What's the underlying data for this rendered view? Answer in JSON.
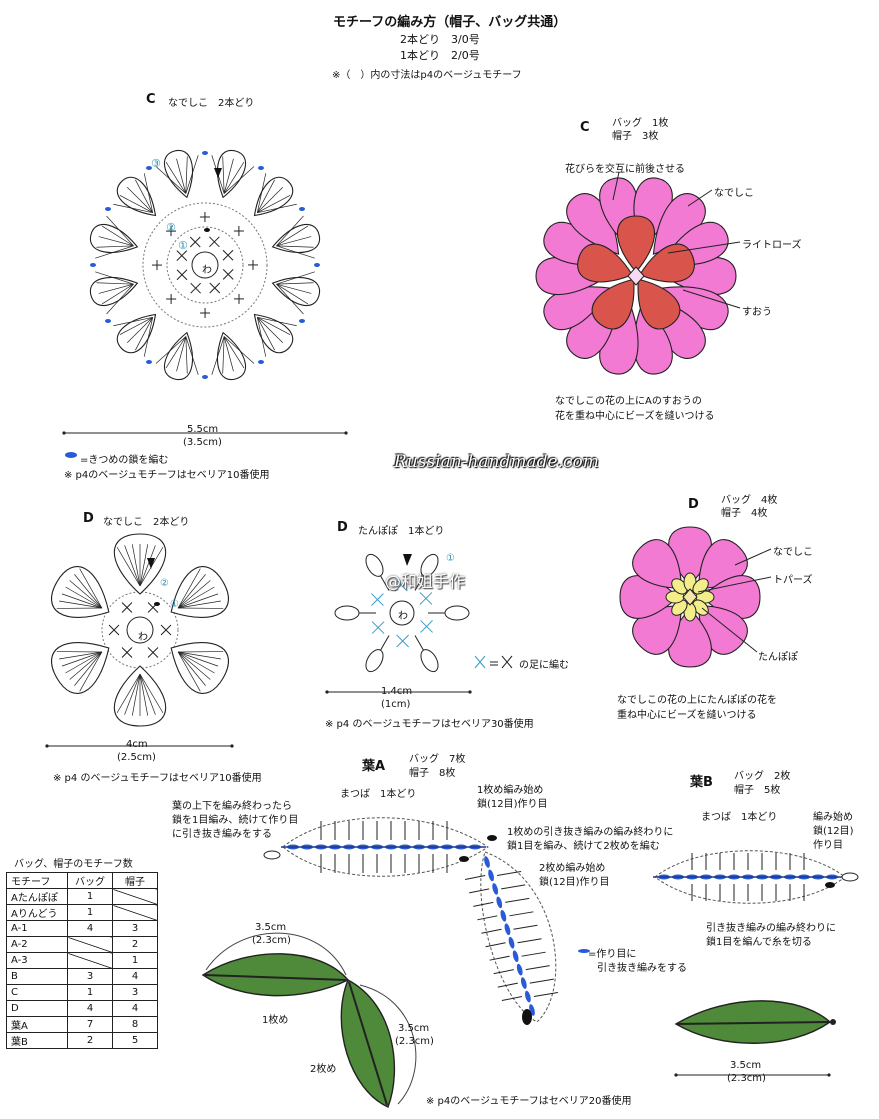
{
  "header": {
    "title": "モチーフの編み方（帽子、バッグ共通）",
    "line1": "2本どり　3/0号",
    "line2": "1本どり　2/0号",
    "line3": "※（　）内の寸法はp4のベージュモチーフ"
  },
  "c_chart": {
    "label": "C",
    "subtitle": "なでしこ　2本どり",
    "size": "5.5cm",
    "size_alt": "(3.5cm)",
    "legend": "=きつめの鎖を編む",
    "note": "※ p4のベージュモチーフはセベリア10番使用",
    "ring": "わ",
    "round1": "①",
    "round2": "②",
    "round3": "③"
  },
  "c_flower": {
    "label": "C",
    "count_bag": "バッグ　1枚",
    "count_hat": "帽子　3枚",
    "callout_petals": "花びらを交互に前後させる",
    "callout_nadeshiko": "なでしこ",
    "callout_lightrose": "ライトローズ",
    "callout_suou": "すおう",
    "caption1": "なでしこの花の上にAのすおうの",
    "caption2": "花を重ね中心にビーズを縫いつける",
    "color_outer": "#f27ad3",
    "color_inner": "#d9544a"
  },
  "watermark": "Russian-handmade.com",
  "watermark2": "@和姐手作",
  "d_chart": {
    "label": "D",
    "subtitle": "なでしこ　2本どり",
    "size": "4cm",
    "size_alt": "(2.5cm)",
    "note": "※ p4 のベージュモチーフはセベリア10番使用",
    "ring": "わ",
    "round1": "①",
    "round2": "②"
  },
  "dandelion_chart": {
    "label": "D",
    "subtitle": "たんぽぽ　1本どり",
    "size": "1.4cm",
    "size_alt": "(1cm)",
    "note": "※ p4 のベージュモチーフはセベリア30番使用",
    "legend": "の足に編む",
    "ring": "わ",
    "round1": "①"
  },
  "d_flower": {
    "label": "D",
    "count_bag": "バッグ　4枚",
    "count_hat": "帽子　4枚",
    "callout_nadeshiko": "なでしこ",
    "callout_topaz": "トパーズ",
    "callout_tanpopo": "たんぽぽ",
    "caption1": "なでしこの花の上にたんぽぽの花を",
    "caption2": "重ね中心にビーズを縫いつける",
    "color_outer": "#f27ad3",
    "color_inner": "#f4ee8a"
  },
  "leaf_a": {
    "label": "葉A",
    "count_bag": "バッグ　7枚",
    "count_hat": "帽子　8枚",
    "subtitle": "まつば　1本どり",
    "note_left1": "葉の上下を編み終わったら",
    "note_left2": "鎖を1目編み、続けて作り目",
    "note_left3": "に引き抜き編みをする",
    "start1_a": "1枚め編み始め",
    "start1_b": "鎖(12目)作り目",
    "note_mid1": "1枚めの引き抜き編みの編み終わりに",
    "note_mid2": "鎖1目を編み、続けて2枚めを編む",
    "start2_a": "2枚め編み始め",
    "start2_b": "鎖(12目)作り目",
    "note_slip1": "=作り目に",
    "note_slip2": "引き抜き編みをする",
    "leaf1": "1枚め",
    "leaf2": "2枚め",
    "size1": "3.5cm",
    "size1_alt": "(2.3cm)",
    "size2": "3.5cm",
    "size2_alt": "(2.3cm)",
    "note": "※ p4のベージュモチーフはセベリア20番使用",
    "color_leaf": "#4f8a3a"
  },
  "leaf_b": {
    "label": "葉B",
    "count_bag": "バッグ　2枚",
    "count_hat": "帽子　5枚",
    "subtitle": "まつば　1本どり",
    "start_a": "編み始め",
    "start_b": "鎖(12目)",
    "start_c": "作り目",
    "note1": "引き抜き編みの編み終わりに",
    "note2": "鎖1目を編んで糸を切る",
    "size": "3.5cm",
    "size_alt": "(2.3cm)"
  },
  "counts_table": {
    "title": "バッグ、帽子のモチーフ数",
    "headers": [
      "モチーフ",
      "バッグ",
      "帽子"
    ],
    "rows": [
      [
        "Aたんぽぽ",
        "1",
        ""
      ],
      [
        "Aりんどう",
        "1",
        ""
      ],
      [
        "A-1",
        "4",
        "3"
      ],
      [
        "A-2",
        "",
        "2"
      ],
      [
        "A-3",
        "",
        "1"
      ],
      [
        "B",
        "3",
        "4"
      ],
      [
        "C",
        "1",
        "3"
      ],
      [
        "D",
        "4",
        "4"
      ],
      [
        "葉A",
        "7",
        "8"
      ],
      [
        "葉B",
        "2",
        "5"
      ]
    ]
  }
}
